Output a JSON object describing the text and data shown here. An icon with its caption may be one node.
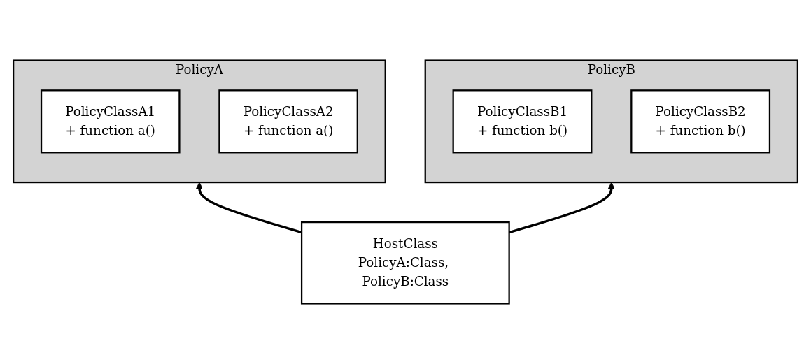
{
  "diagram": {
    "nodes": [
      {
        "text": [
          "PolicyA"
        ]
      },
      {
        "text": [
          "PolicyClassA1",
          "+ function a()"
        ],
        "in": 0
      },
      {
        "text": [
          "PolicyClassA2",
          "+ function a()"
        ],
        "in": 0
      },
      {
        "text": [
          "PolicyB"
        ]
      },
      {
        "text": [
          "PolicyClassB1",
          "+ function b()"
        ],
        "in": 3
      },
      {
        "text": [
          "PolicyClassB2",
          "+ function b()"
        ],
        "in": 3
      },
      {
        "text": [
          "HostClass",
          "PolicyA:Class, PolicyB:Class"
        ]
      }
    ],
    "edges": [
      {
        "from": 6,
        "to": 0,
        "arrow": "to"
      },
      {
        "from": 6,
        "to": 3,
        "arrow": "to"
      }
    ]
  }
}
